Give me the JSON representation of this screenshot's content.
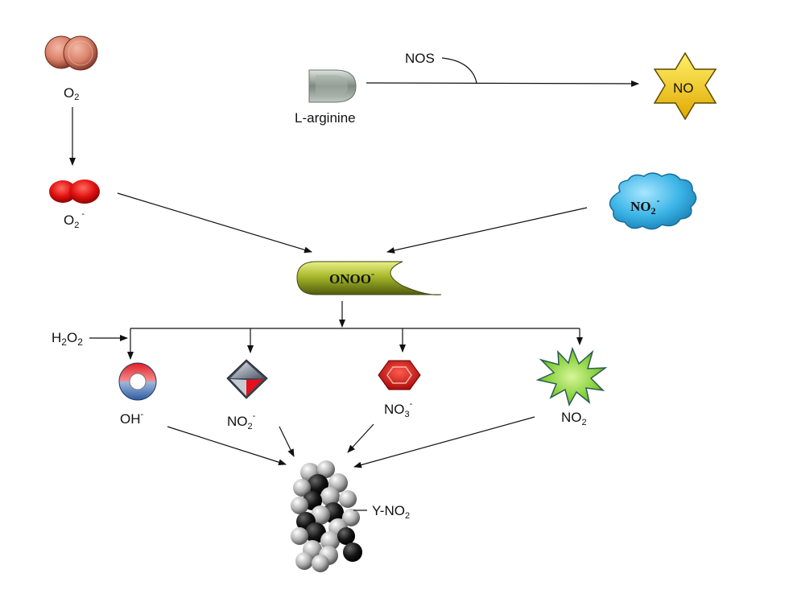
{
  "nodes": {
    "o2": {
      "main": "O",
      "sub": "2"
    },
    "superoxide": {
      "main": "O",
      "sub": "2",
      "sup": "-"
    },
    "l_arginine": {
      "label": "L-arginine"
    },
    "nos": {
      "label": "NOS"
    },
    "no": {
      "label": "NO"
    },
    "nitrite_cloud": {
      "main": "NO",
      "sub": "2",
      "sup": "-"
    },
    "peroxynitrite": {
      "main": "ONOO",
      "sup": "-"
    },
    "h2o2": {
      "a": "H",
      "sub1": "2",
      "b": "O",
      "sub2": "2"
    },
    "hydroxyl": {
      "main": "OH",
      "sup": "-"
    },
    "nitrite": {
      "main": "NO",
      "sub": "2",
      "sup": "-"
    },
    "nitrate": {
      "main": "NO",
      "sub": "3",
      "sup": "-"
    },
    "nitrogen_dioxide": {
      "main": "NO",
      "sub": "2"
    },
    "nitrotyrosine": {
      "main": "Y-NO",
      "sub": "2"
    }
  },
  "colors": {
    "o2_molecule": "#d9826a",
    "superoxide_molecule": "#e01010",
    "no_star": "#f2c814",
    "cloud": "#3bb4e6",
    "capsule": "#a8b82a",
    "ring_red": "#e01f26",
    "ring_blue": "#3b6fb0",
    "hexagon": "#d61a1a",
    "burst": "#7ccc2e",
    "arginine": "#8f9a92"
  }
}
